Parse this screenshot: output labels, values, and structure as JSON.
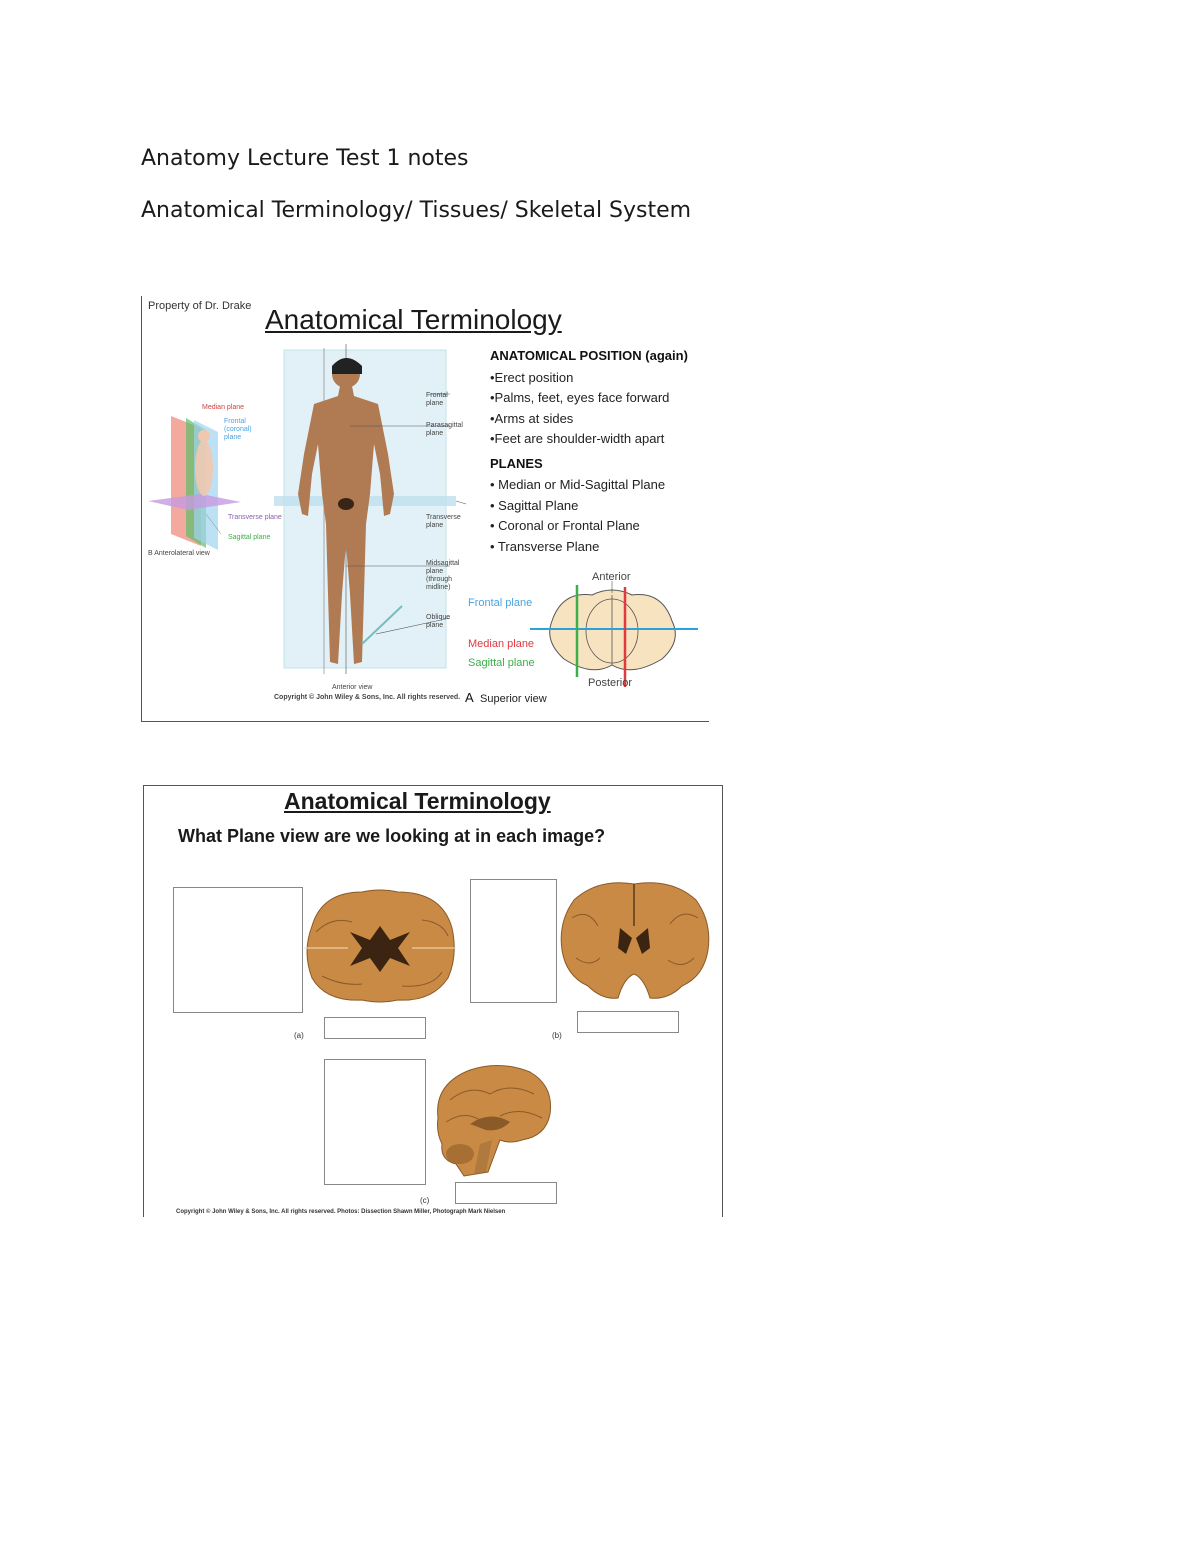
{
  "document": {
    "title": "Anatomy Lecture Test 1 notes",
    "subtitle": "Anatomical Terminology/ Tissues/ Skeletal System"
  },
  "slide1": {
    "property": "Property of Dr. Drake",
    "title": "Anatomical Terminology",
    "position_heading": "ANATOMICAL POSITION (again)",
    "position_bullets": [
      "•Erect position",
      "•Palms, feet, eyes face forward",
      "•Arms at sides",
      "•Feet are shoulder-width apart"
    ],
    "planes_heading": "PLANES",
    "planes_bullets": [
      "• Median or Mid-Sagittal Plane",
      "• Sagittal Plane",
      "• Coronal or Frontal Plane",
      "• Transverse Plane"
    ],
    "figure_labels": {
      "frontal": "Frontal plane",
      "parasagittal": "Parasagittal plane",
      "transverse": "Transverse plane",
      "midsagittal": "Midsagittal plane (through midline)",
      "oblique": "Oblique plane",
      "anterior_view": "Anterior view",
      "copyright": "Copyright © John Wiley & Sons, Inc. All rights reserved.",
      "small_median": "Median plane",
      "small_coronal": "Frontal (coronal) plane",
      "small_transverse": "Transverse plane",
      "small_sagittal": "Sagittal plane",
      "small_view": "B Anterolateral view"
    },
    "diagram": {
      "anterior": "Anterior",
      "posterior": "Posterior",
      "frontal_plane": "Frontal plane",
      "median_plane": "Median plane",
      "sagittal_plane": "Sagittal plane",
      "view_letter": "A",
      "view_label": "Superior view"
    }
  },
  "slide2": {
    "title": "Anatomical Terminology",
    "question": "What Plane view are we looking at in each image?",
    "captions": [
      "(a)",
      "(b)",
      "(c)"
    ],
    "copyright": "Copyright © John Wiley & Sons, Inc. All rights reserved. Photos: Dissection Shawn Miller, Photograph Mark Nielsen"
  },
  "colors": {
    "frontal": "#4aa3df",
    "median": "#e0393e",
    "sagittal": "#3cae4a",
    "transverse": "#b48ad6",
    "brain": "#c98a45",
    "skin": "#b07a52"
  }
}
